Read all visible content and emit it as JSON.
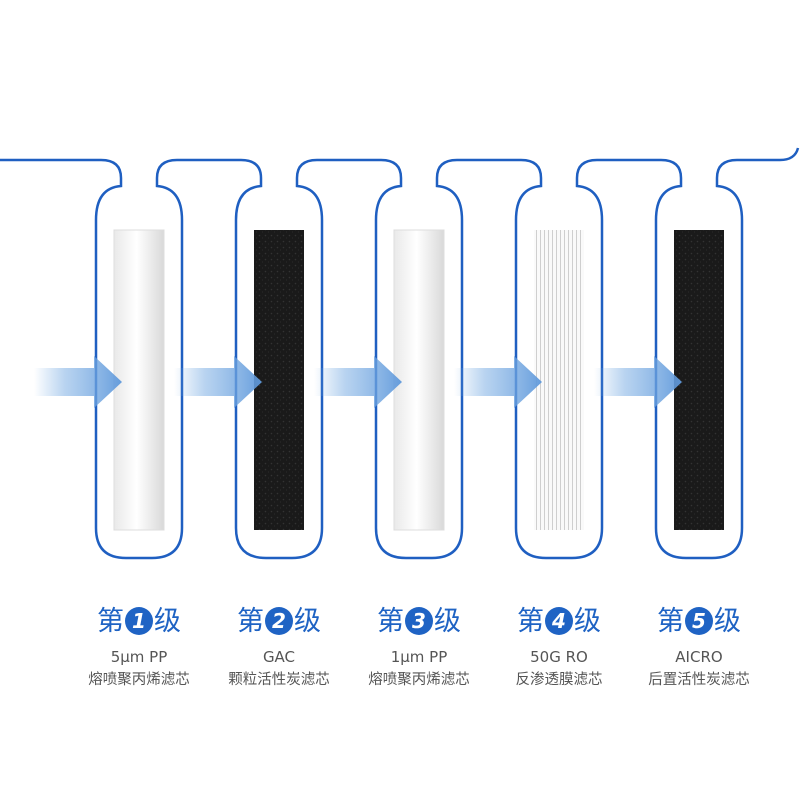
{
  "colors": {
    "pipe": "#1f5fc1",
    "arrow": "#6fa5e0",
    "title": "#1f63c4",
    "text": "#555555"
  },
  "stages": [
    {
      "prefix": "第",
      "number": "1",
      "suffix": "级",
      "code": "5μm PP",
      "name": "熔喷聚丙烯滤芯",
      "core": "white-pp"
    },
    {
      "prefix": "第",
      "number": "2",
      "suffix": "级",
      "code": "GAC",
      "name": "颗粒活性炭滤芯",
      "core": "black-carbon"
    },
    {
      "prefix": "第",
      "number": "3",
      "suffix": "级",
      "code": "1μm PP",
      "name": "熔喷聚丙烯滤芯",
      "core": "white-pp"
    },
    {
      "prefix": "第",
      "number": "4",
      "suffix": "级",
      "code": "50G RO",
      "name": "反渗透膜滤芯",
      "core": "ro-membrane"
    },
    {
      "prefix": "第",
      "number": "5",
      "suffix": "级",
      "code": "AICRO",
      "name": "后置活性炭滤芯",
      "core": "black-carbon"
    }
  ]
}
